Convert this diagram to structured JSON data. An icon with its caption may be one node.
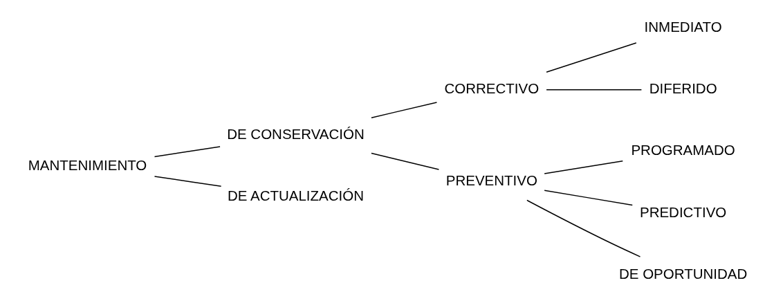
{
  "diagram": {
    "nodes": [
      {
        "text": [
          "MANTENIMIENTO"
        ]
      },
      {
        "text": [
          "DE CONSERVACIÓN"
        ]
      },
      {
        "text": [
          "CORRECTIVO"
        ]
      },
      {
        "text": [
          "INMEDIATO"
        ]
      },
      {
        "text": [
          "DIFERIDO"
        ]
      },
      {
        "text": [
          "PREVENTIVO"
        ]
      },
      {
        "text": [
          "PROGRAMADO"
        ]
      },
      {
        "text": [
          "PREDICTIVO"
        ]
      },
      {
        "text": [
          "DE OPORTUNIDAD"
        ]
      },
      {
        "text": [
          "DE ACTUALIZACIÓN"
        ]
      }
    ],
    "edges": [
      {
        "from": 0,
        "to": 1,
        "arrow": "none"
      },
      {
        "from": 0,
        "to": 9,
        "arrow": "none"
      },
      {
        "from": 1,
        "to": 2,
        "arrow": "none"
      },
      {
        "from": 1,
        "to": 5,
        "arrow": "none"
      },
      {
        "from": 2,
        "to": 3,
        "arrow": "none"
      },
      {
        "from": 2,
        "to": 4,
        "arrow": "none"
      },
      {
        "from": 5,
        "to": 6,
        "arrow": "none"
      },
      {
        "from": 5,
        "to": 7,
        "arrow": "none"
      },
      {
        "from": 5,
        "to": 8,
        "arrow": "none"
      }
    ]
  }
}
